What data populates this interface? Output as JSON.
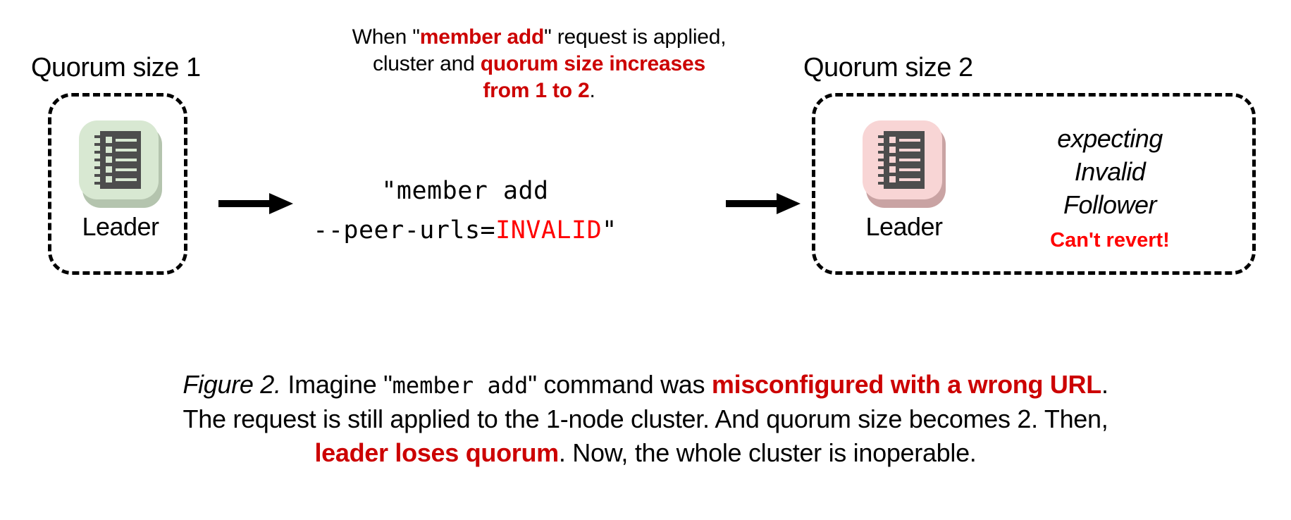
{
  "figure": {
    "top_annotation": {
      "line1_pre": "When \"",
      "line1_em": "member add",
      "line1_post": "\" request is applied,",
      "line2_pre": "cluster and ",
      "line2_em": "quorum size increases",
      "line3_em": "from 1 to 2",
      "line3_post": "."
    },
    "left_cluster": {
      "title": "Quorum size 1",
      "node_label": "Leader",
      "node_icon": "server-rack-icon",
      "node_color": "#d8e8d2",
      "node_shadow_color": "#b4c4ae"
    },
    "right_cluster": {
      "title": "Quorum size 2",
      "node_label": "Leader",
      "node_icon": "server-rack-icon",
      "node_color": "#f8d5d5",
      "node_shadow_color": "#c9a3a3",
      "status_line1": "expecting",
      "status_line2": "Invalid",
      "status_line3": "Follower",
      "warning": "Can't revert!"
    },
    "command": {
      "line1": "\"member add",
      "line2_pre": "--peer-urls=",
      "line2_em": "INVALID",
      "line2_post": "\""
    },
    "arrows": {
      "arrow1": "right-arrow-icon",
      "arrow2": "right-arrow-icon"
    },
    "caption": {
      "label": "Figure 2.",
      "l1_a": " Imagine \"",
      "l1_mono": "member add",
      "l1_b": "\" command was ",
      "l1_em": "misconfigured with a wrong URL",
      "l1_c": ".",
      "l2": "The request is still applied to the 1-node cluster. And quorum size becomes 2. Then,",
      "l3_em": "leader loses quorum",
      "l3_post": ". Now, the whole cluster is inoperable."
    },
    "colors": {
      "emphasis_red": "#cc0000",
      "bright_red": "#ff0000",
      "text_black": "#000000",
      "background": "#ffffff"
    }
  }
}
